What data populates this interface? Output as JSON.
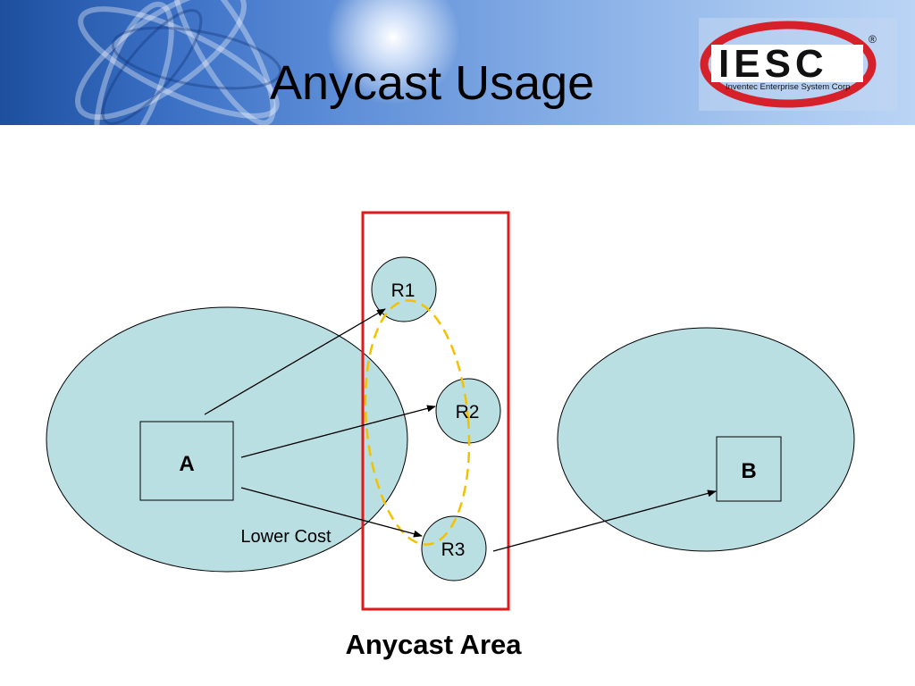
{
  "header": {
    "title": "Anycast Usage",
    "logo_text": "IESC",
    "logo_registered": "®",
    "logo_subtitle": "Inventec Enterprise System Corp"
  },
  "diagram": {
    "nodes": {
      "host_a": "A",
      "host_b": "B",
      "router_1": "R1",
      "router_2": "R2",
      "router_3": "R3"
    },
    "cost_label": "Lower Cost",
    "area_label": "Anycast Area"
  },
  "colors": {
    "network_fill": "#b9dfe3",
    "anycast_border": "#e0191b",
    "anycast_group": "#f2c200",
    "logo_red": "#d7212a"
  }
}
